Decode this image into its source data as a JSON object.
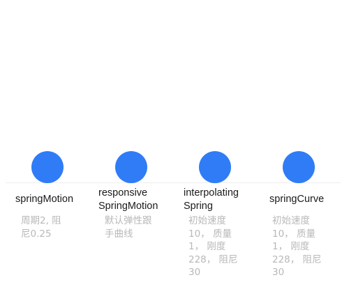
{
  "animations": [
    {
      "title_lines": [
        "springMotion"
      ],
      "description": "周期2, 阻\n尼0.25"
    },
    {
      "title_lines": [
        "responsive",
        "SpringMotion"
      ],
      "description": "默认弹性跟\n手曲线"
    },
    {
      "title_lines": [
        "interpolating",
        "Spring"
      ],
      "description": "初始速度\n10， 质量\n1， 刚度\n228， 阻尼\n30"
    },
    {
      "title_lines": [
        "springCurve"
      ],
      "description": "初始速度\n10， 质量\n1， 刚度\n228， 阻尼\n30"
    }
  ],
  "colors": {
    "ball": "#2f7cf6",
    "title": "#1a1a1a",
    "description": "#b8b8b8",
    "divider": "#ececec"
  }
}
